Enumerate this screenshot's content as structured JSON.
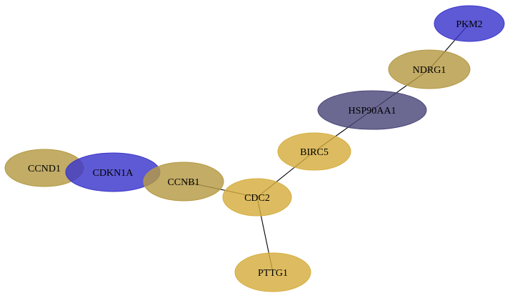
{
  "colors": {
    "blue": "#3b36cc",
    "dark_slate": "#4a4779",
    "gold": "#d5ad3e",
    "olive_gold": "#b59a44",
    "edge": "#000000",
    "background": "#ffffff"
  },
  "nodes": [
    {
      "id": "PKM2",
      "label": "PKM2",
      "color": "#3b36cc"
    },
    {
      "id": "NDRG1",
      "label": "NDRG1",
      "color": "#b59a44"
    },
    {
      "id": "HSP90AA1",
      "label": "HSP90AA1",
      "color": "#4a4779"
    },
    {
      "id": "BIRC5",
      "label": "BIRC5",
      "color": "#d5ad3e"
    },
    {
      "id": "CDC2",
      "label": "CDC2",
      "color": "#d5ad3e"
    },
    {
      "id": "PTTG1",
      "label": "PTTG1",
      "color": "#d5ad3e"
    },
    {
      "id": "CCNB1",
      "label": "CCNB1",
      "color": "#b59a44"
    },
    {
      "id": "CDKN1A",
      "label": "CDKN1A",
      "color": "#3b36cc"
    },
    {
      "id": "CCND1",
      "label": "CCND1",
      "color": "#b59a44"
    }
  ],
  "edges": [
    {
      "source": "PKM2",
      "target": "NDRG1"
    },
    {
      "source": "NDRG1",
      "target": "HSP90AA1"
    },
    {
      "source": "HSP90AA1",
      "target": "BIRC5"
    },
    {
      "source": "BIRC5",
      "target": "CDC2"
    },
    {
      "source": "CDC2",
      "target": "PTTG1"
    },
    {
      "source": "CDC2",
      "target": "CCNB1"
    }
  ]
}
